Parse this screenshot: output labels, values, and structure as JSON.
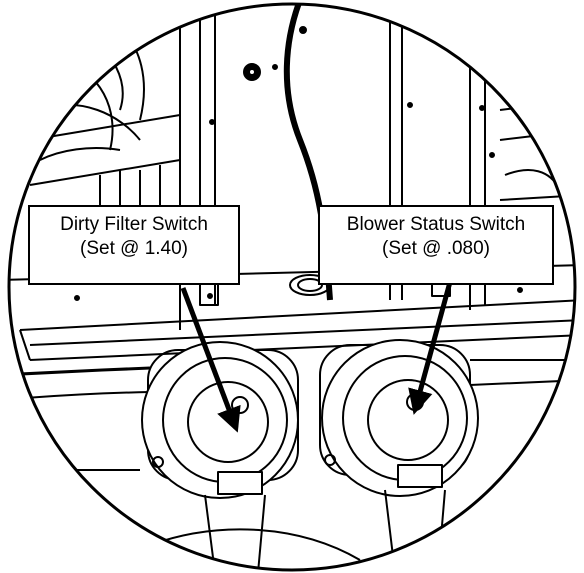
{
  "callouts": [
    {
      "id": "dirty-filter",
      "title": "Dirty Filter Switch",
      "setting": "(Set @ 1.40)"
    },
    {
      "id": "blower-status",
      "title": "Blower Status Switch",
      "setting": "(Set @ .080)"
    }
  ],
  "colors": {
    "line": "#000000",
    "background": "#ffffff"
  }
}
